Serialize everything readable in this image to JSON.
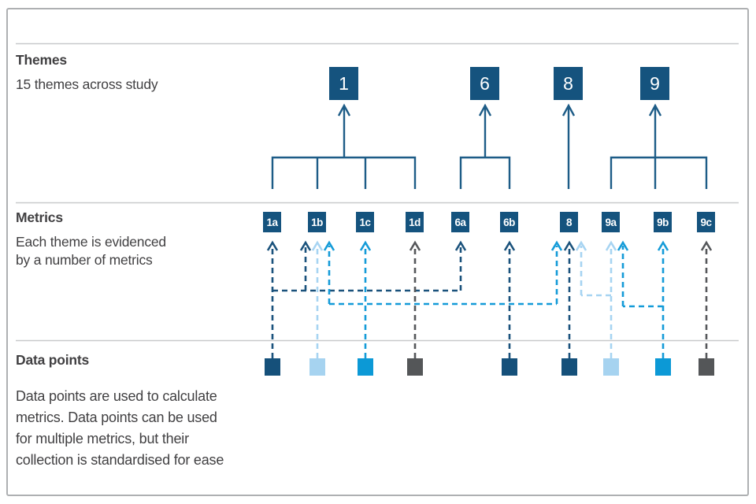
{
  "figure": {
    "type": "hierarchy-diagram",
    "description_of_visual": "Three-band diagram linking data points (bottom squares) via dashed arrows to metrics (middle boxes), and metrics via solid brackets to themes (top boxes)."
  },
  "palette": {
    "box_navy": "#15537e",
    "solid_line_navy": "#1d5c87",
    "dashed_navy": "#1a527c",
    "light_blue": "#a7d4f2",
    "medium_blue": "#149bd8",
    "gray": "#55575a",
    "square_navy": "#15507a",
    "square_light_blue": "#a6d3f0",
    "square_medium_blue": "#0c99d6",
    "square_gray": "#545658",
    "divider": "#c8c9cb",
    "text": "#414042"
  },
  "sections": {
    "themes": {
      "title": "Themes",
      "description": "15 themes across study"
    },
    "metrics": {
      "title": "Metrics",
      "description": "Each theme is evidenced\nby a number of metrics"
    },
    "data_points": {
      "title": "Data points",
      "description": "Data points are used to calculate\nmetrics. Data points can be used\nfor multiple metrics, but their\ncollection is standardised for ease"
    }
  },
  "themes": {
    "items": [
      {
        "label": "1",
        "metrics": [
          "1a",
          "1b",
          "1c",
          "1d"
        ]
      },
      {
        "label": "6",
        "metrics": [
          "6a",
          "6b"
        ]
      },
      {
        "label": "8",
        "metrics": [
          "8"
        ]
      },
      {
        "label": "9",
        "metrics": [
          "9a",
          "9b",
          "9c"
        ]
      }
    ]
  },
  "metrics": {
    "items": [
      {
        "label": "1a"
      },
      {
        "label": "1b"
      },
      {
        "label": "1c"
      },
      {
        "label": "1d"
      },
      {
        "label": "6a"
      },
      {
        "label": "6b"
      },
      {
        "label": "8"
      },
      {
        "label": "9a"
      },
      {
        "label": "9b"
      },
      {
        "label": "9c"
      }
    ]
  },
  "data_points": {
    "items": [
      {
        "color": "#15507a",
        "feeds_metrics": [
          "1a",
          "1b",
          "6a"
        ]
      },
      {
        "color": "#a6d3f0",
        "feeds_metrics": [
          "1b"
        ]
      },
      {
        "color": "#0c99d6",
        "feeds_metrics": [
          "1c",
          "1b",
          "8"
        ]
      },
      {
        "color": "#545658",
        "feeds_metrics": [
          "1d"
        ]
      },
      {
        "color": "#15507a",
        "feeds_metrics": [
          "6b"
        ]
      },
      {
        "color": "#15507a",
        "feeds_metrics": [
          "8"
        ]
      },
      {
        "color": "#a6d3f0",
        "feeds_metrics": [
          "9a",
          "8"
        ]
      },
      {
        "color": "#0c99d6",
        "feeds_metrics": [
          "9b",
          "9a"
        ]
      },
      {
        "color": "#545658",
        "feeds_metrics": [
          "9c"
        ]
      }
    ]
  }
}
